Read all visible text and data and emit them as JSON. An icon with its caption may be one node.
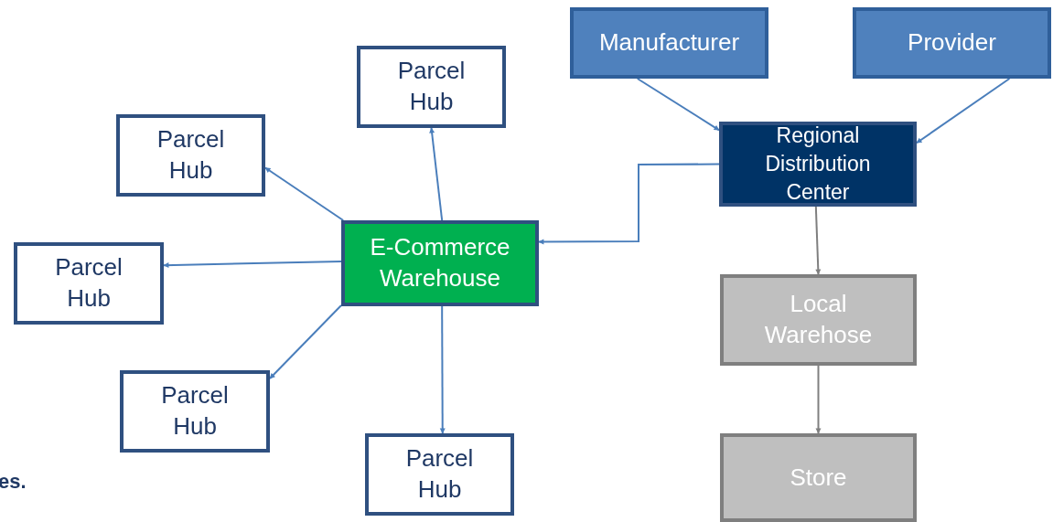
{
  "diagram": {
    "nodes": [
      {
        "text": [
          "Manufacturer"
        ]
      },
      {
        "text": [
          "Provider"
        ]
      },
      {
        "text": [
          "Parcel Hub"
        ]
      },
      {
        "text": [
          "Parcel Hub"
        ]
      },
      {
        "text": [
          "Regional Distribution Center"
        ]
      },
      {
        "text": [
          "E-Commerce Warehouse"
        ]
      },
      {
        "text": [
          "Parcel Hub"
        ]
      },
      {
        "text": [
          "Local Warehose"
        ]
      },
      {
        "text": [
          "Parcel Hub"
        ]
      },
      {
        "text": [
          "Store"
        ]
      },
      {
        "text": [
          "Parcel Hub"
        ]
      }
    ],
    "edges": [
      {
        "from": 0,
        "to": 4,
        "arrow": "to"
      },
      {
        "from": 1,
        "to": 4,
        "arrow": "to"
      },
      {
        "from": 4,
        "to": 5,
        "arrow": "to"
      },
      {
        "from": 5,
        "to": 2,
        "arrow": "to"
      },
      {
        "from": 5,
        "to": 3,
        "arrow": "to"
      },
      {
        "from": 5,
        "to": 6,
        "arrow": "to"
      },
      {
        "from": 5,
        "to": 8,
        "arrow": "to"
      },
      {
        "from": 5,
        "to": 10,
        "arrow": "to"
      },
      {
        "from": 4,
        "to": 7,
        "arrow": "to",
        "color": "#7f7f7f"
      },
      {
        "from": 7,
        "to": 9,
        "arrow": "to",
        "color": "#7f7f7f"
      }
    ],
    "labels": [
      "es."
    ]
  }
}
